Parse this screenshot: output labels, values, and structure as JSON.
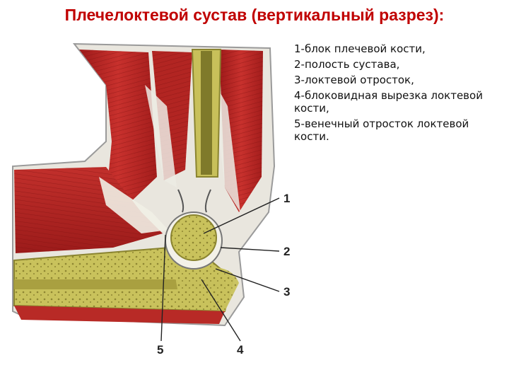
{
  "title": "Плечелоктевой сустав (вертикальный разрез):",
  "legend": [
    "1-блок плечевой кости,",
    "2-полость сустава,",
    "3-локтевой отросток,",
    "4-блоковидная вырезка локтевой кости,",
    "5-венечный отросток локтевой кости."
  ],
  "callouts": [
    "1",
    "2",
    "3",
    "4",
    "5"
  ],
  "colors": {
    "title": "#c00000",
    "muscle": "#b3201f",
    "tendon": "#e6e4dc",
    "bone": "#c8c05a",
    "marrow": "#a9a040",
    "cartilage": "#f3f1e8"
  }
}
